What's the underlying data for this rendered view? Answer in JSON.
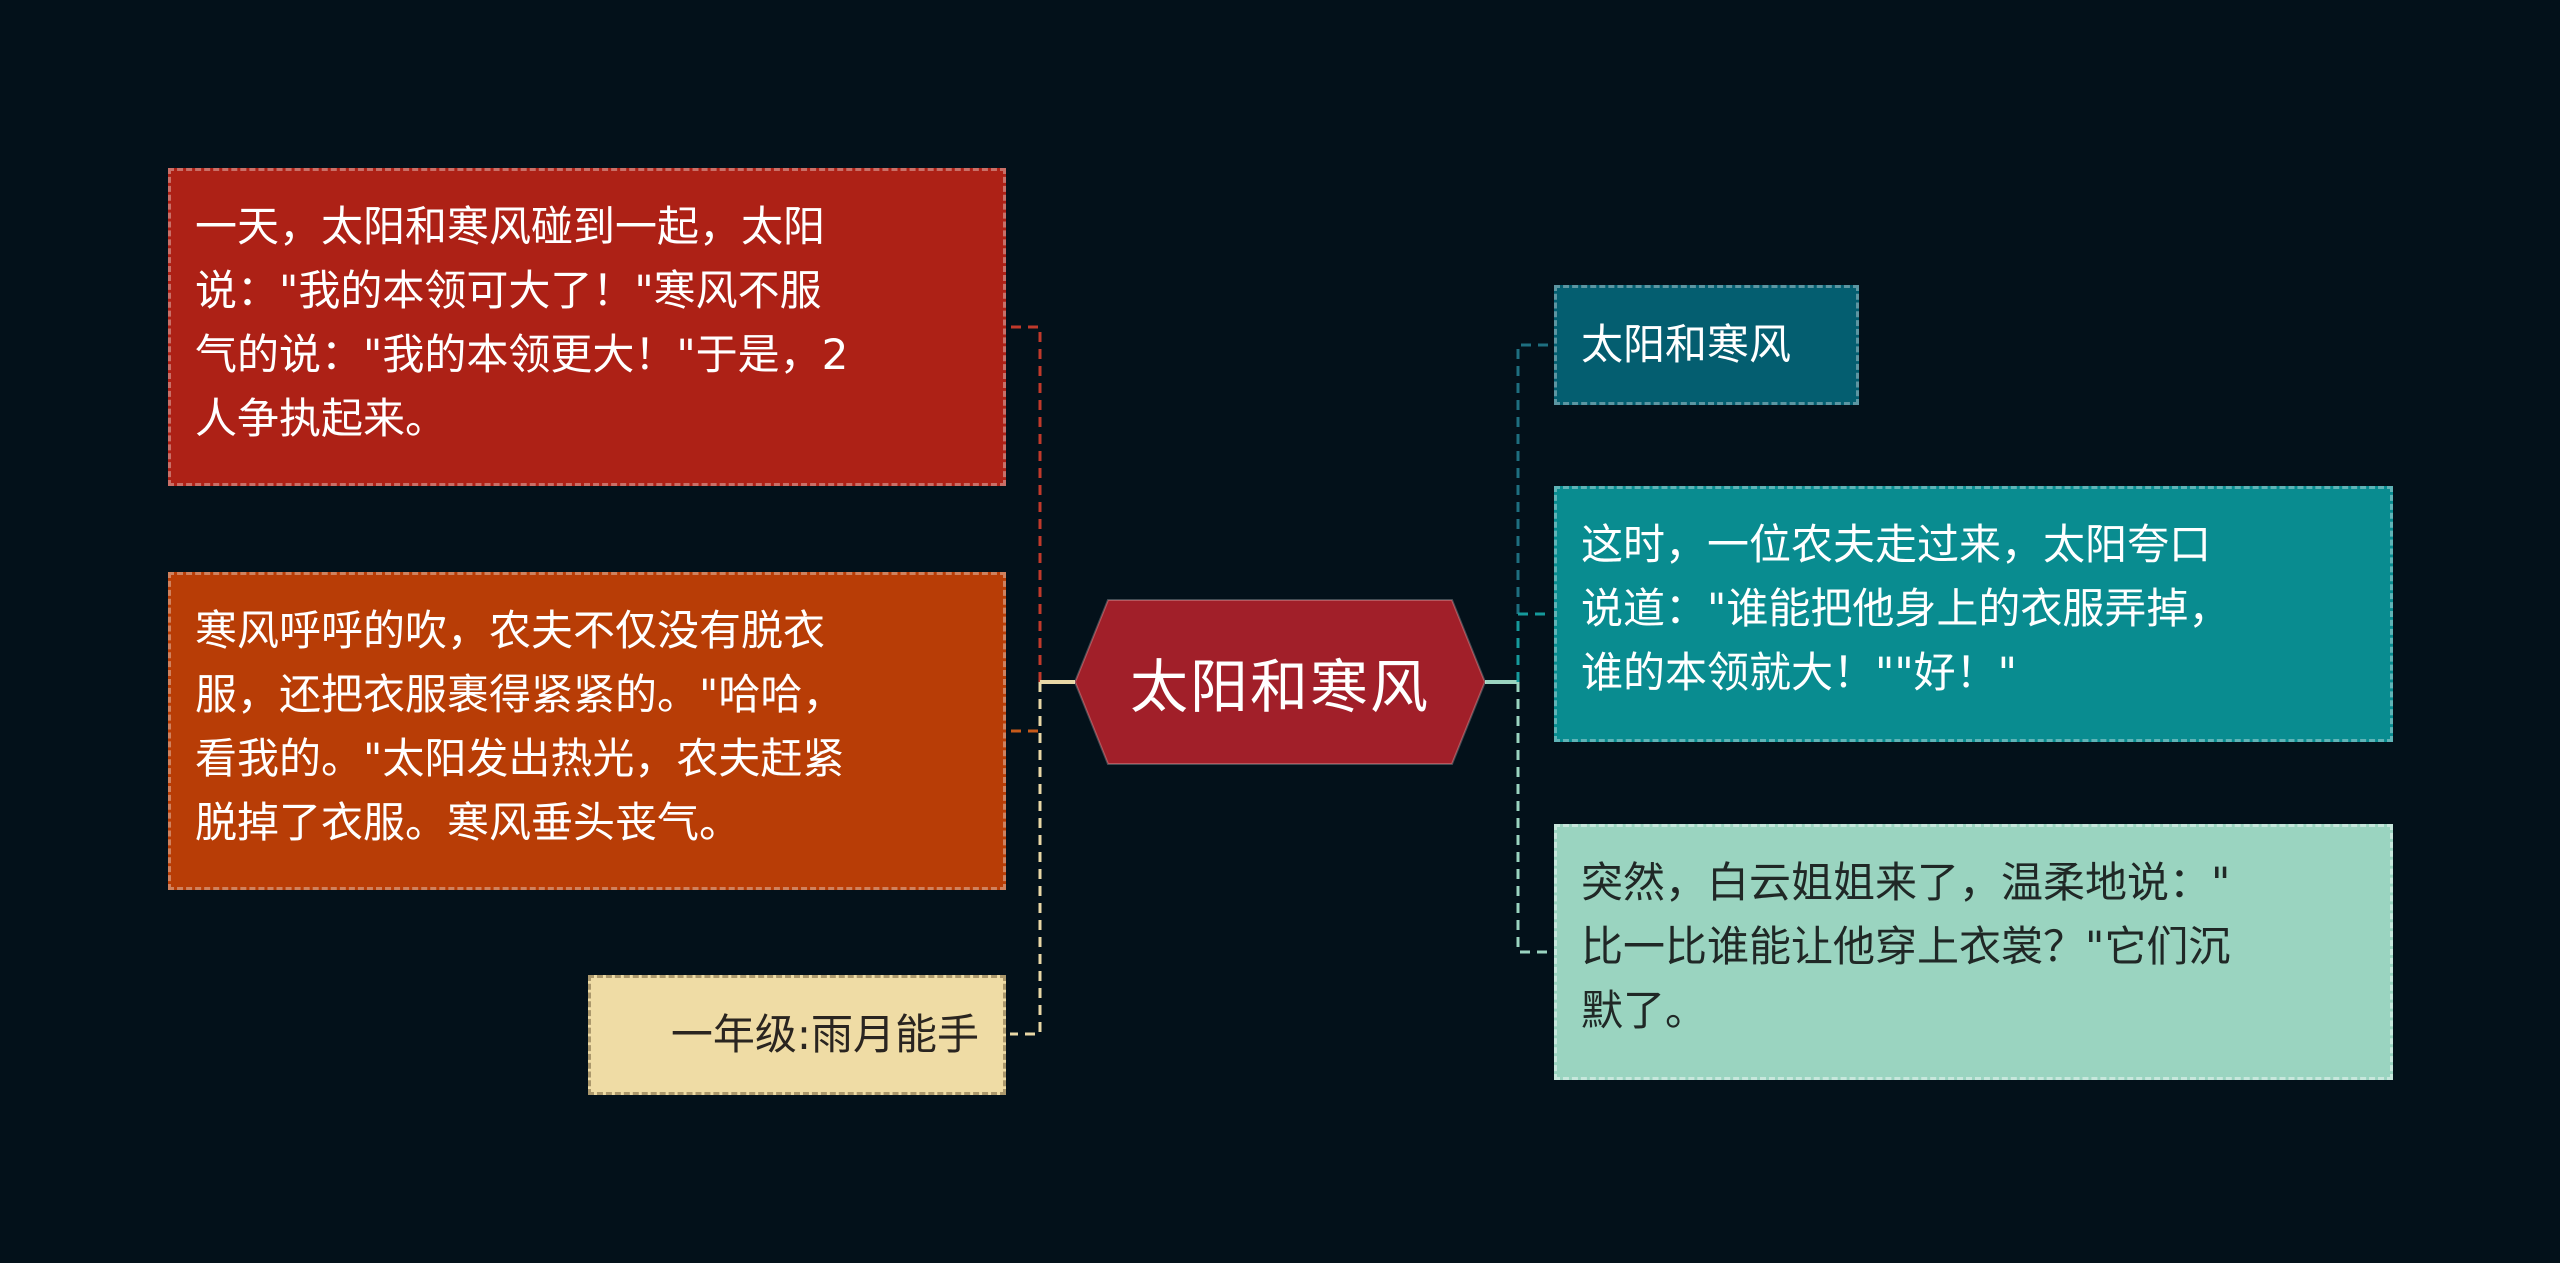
{
  "center": {
    "title": "太阳和寒风",
    "fill": "#a11f29"
  },
  "left_nodes": [
    {
      "lines": [
        "一天，太阳和寒风碰到一起，太阳",
        "说：\"我的本领可大了！\"寒风不服",
        "气的说：\"我的本领更大！\"于是，2",
        "人争执起来。"
      ],
      "fill": "#ad2116",
      "link_color": "#c0392b"
    },
    {
      "lines": [
        "寒风呼呼的吹，农夫不仅没有脱衣",
        "服，还把衣服裹得紧紧的。\"哈哈，",
        "看我的。\"太阳发出热光，农夫赶紧",
        "脱掉了衣服。寒风垂头丧气。"
      ],
      "fill": "#b83d06",
      "link_color": "#c75a1a"
    },
    {
      "text": "一年级:雨月能手",
      "fill": "#efdca5",
      "link_color": "#e8d7a6"
    }
  ],
  "right_nodes": [
    {
      "text": "太阳和寒风",
      "fill": "#045e70",
      "link_color": "#1e6f80"
    },
    {
      "lines": [
        "这时，一位农夫走过来，太阳夸口",
        "说道：\"谁能把他身上的衣服弄掉，",
        "谁的本领就大！\"\"好！\""
      ],
      "fill": "#098c90",
      "link_color": "#159a9c"
    },
    {
      "lines": [
        "突然，白云姐姐来了，温柔地说：\"",
        "比一比谁能让他穿上衣裳？\"它们沉",
        "默了。"
      ],
      "fill": "#9ad4c0",
      "link_color": "#9ad4c0"
    }
  ]
}
